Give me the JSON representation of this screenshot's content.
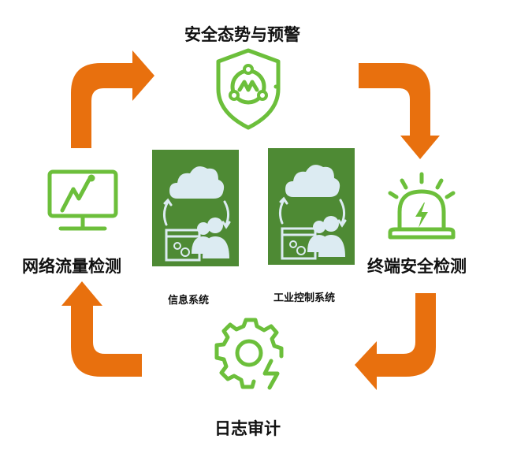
{
  "colors": {
    "arrow": "#E8700E",
    "icon_green": "#6CBF3B",
    "panel_green": "#4E8A34",
    "panel_icon": "#DCEBF2",
    "text": "#111111"
  },
  "nodes": {
    "top": {
      "label": "安全态势与预警",
      "icon": "shield-network-icon"
    },
    "right": {
      "label": "终端安全检测",
      "icon": "alarm-siren-icon"
    },
    "bottom": {
      "label": "日志审计",
      "icon": "gear-lightning-icon"
    },
    "left": {
      "label": "网络流量检测",
      "icon": "monitor-chart-icon"
    }
  },
  "center": {
    "panels": [
      {
        "label": "信息系统",
        "icon": "cloud-users-icon"
      },
      {
        "label": "工业控制系统",
        "icon": "cloud-users-icon"
      }
    ]
  },
  "cycle": {
    "direction": "clockwise",
    "order": [
      "网络流量检测",
      "安全态势与预警",
      "终端安全检测",
      "日志审计"
    ]
  }
}
